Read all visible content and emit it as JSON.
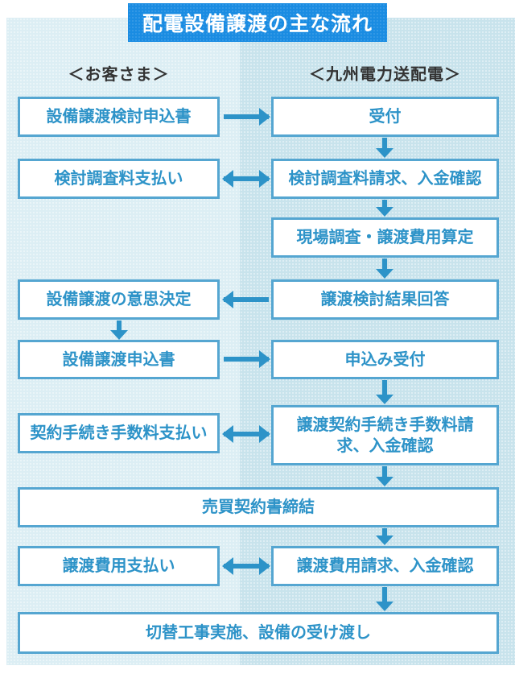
{
  "title": "配電設備譲渡の主な流れ",
  "columns": {
    "customer": "＜お客さま＞",
    "company": "＜九州電力送配電＞"
  },
  "nodes": {
    "review_application": "設備譲渡検討申込書",
    "reception": "受付",
    "survey_fee_payment": "検討調査料支払い",
    "survey_fee_billing": "検討調査料請求、入金確認",
    "site_survey": "現場調査・譲渡費用算定",
    "review_result_reply": "譲渡検討結果回答",
    "transfer_decision": "設備譲渡の意思決定",
    "transfer_application": "設備譲渡申込書",
    "application_reception": "申込み受付",
    "procedure_fee_payment": "契約手続き手数料支払い",
    "procedure_fee_billing": "譲渡契約手続き手数料請求、入金確認",
    "sales_contract": "売買契約書締結",
    "transfer_cost_payment": "譲渡費用支払い",
    "transfer_cost_billing": "譲渡費用請求、入金確認",
    "switch_work_handover": "切替工事実施、設備の受け渡し"
  },
  "colors": {
    "banner_bg": "#1a8ce2",
    "bg_left": "#dceef4",
    "bg_right": "#c8e3ec",
    "box_border": "#55a6d1",
    "box_text": "#2d93c8",
    "arrow": "#2d93c8",
    "header_text": "#333333"
  }
}
